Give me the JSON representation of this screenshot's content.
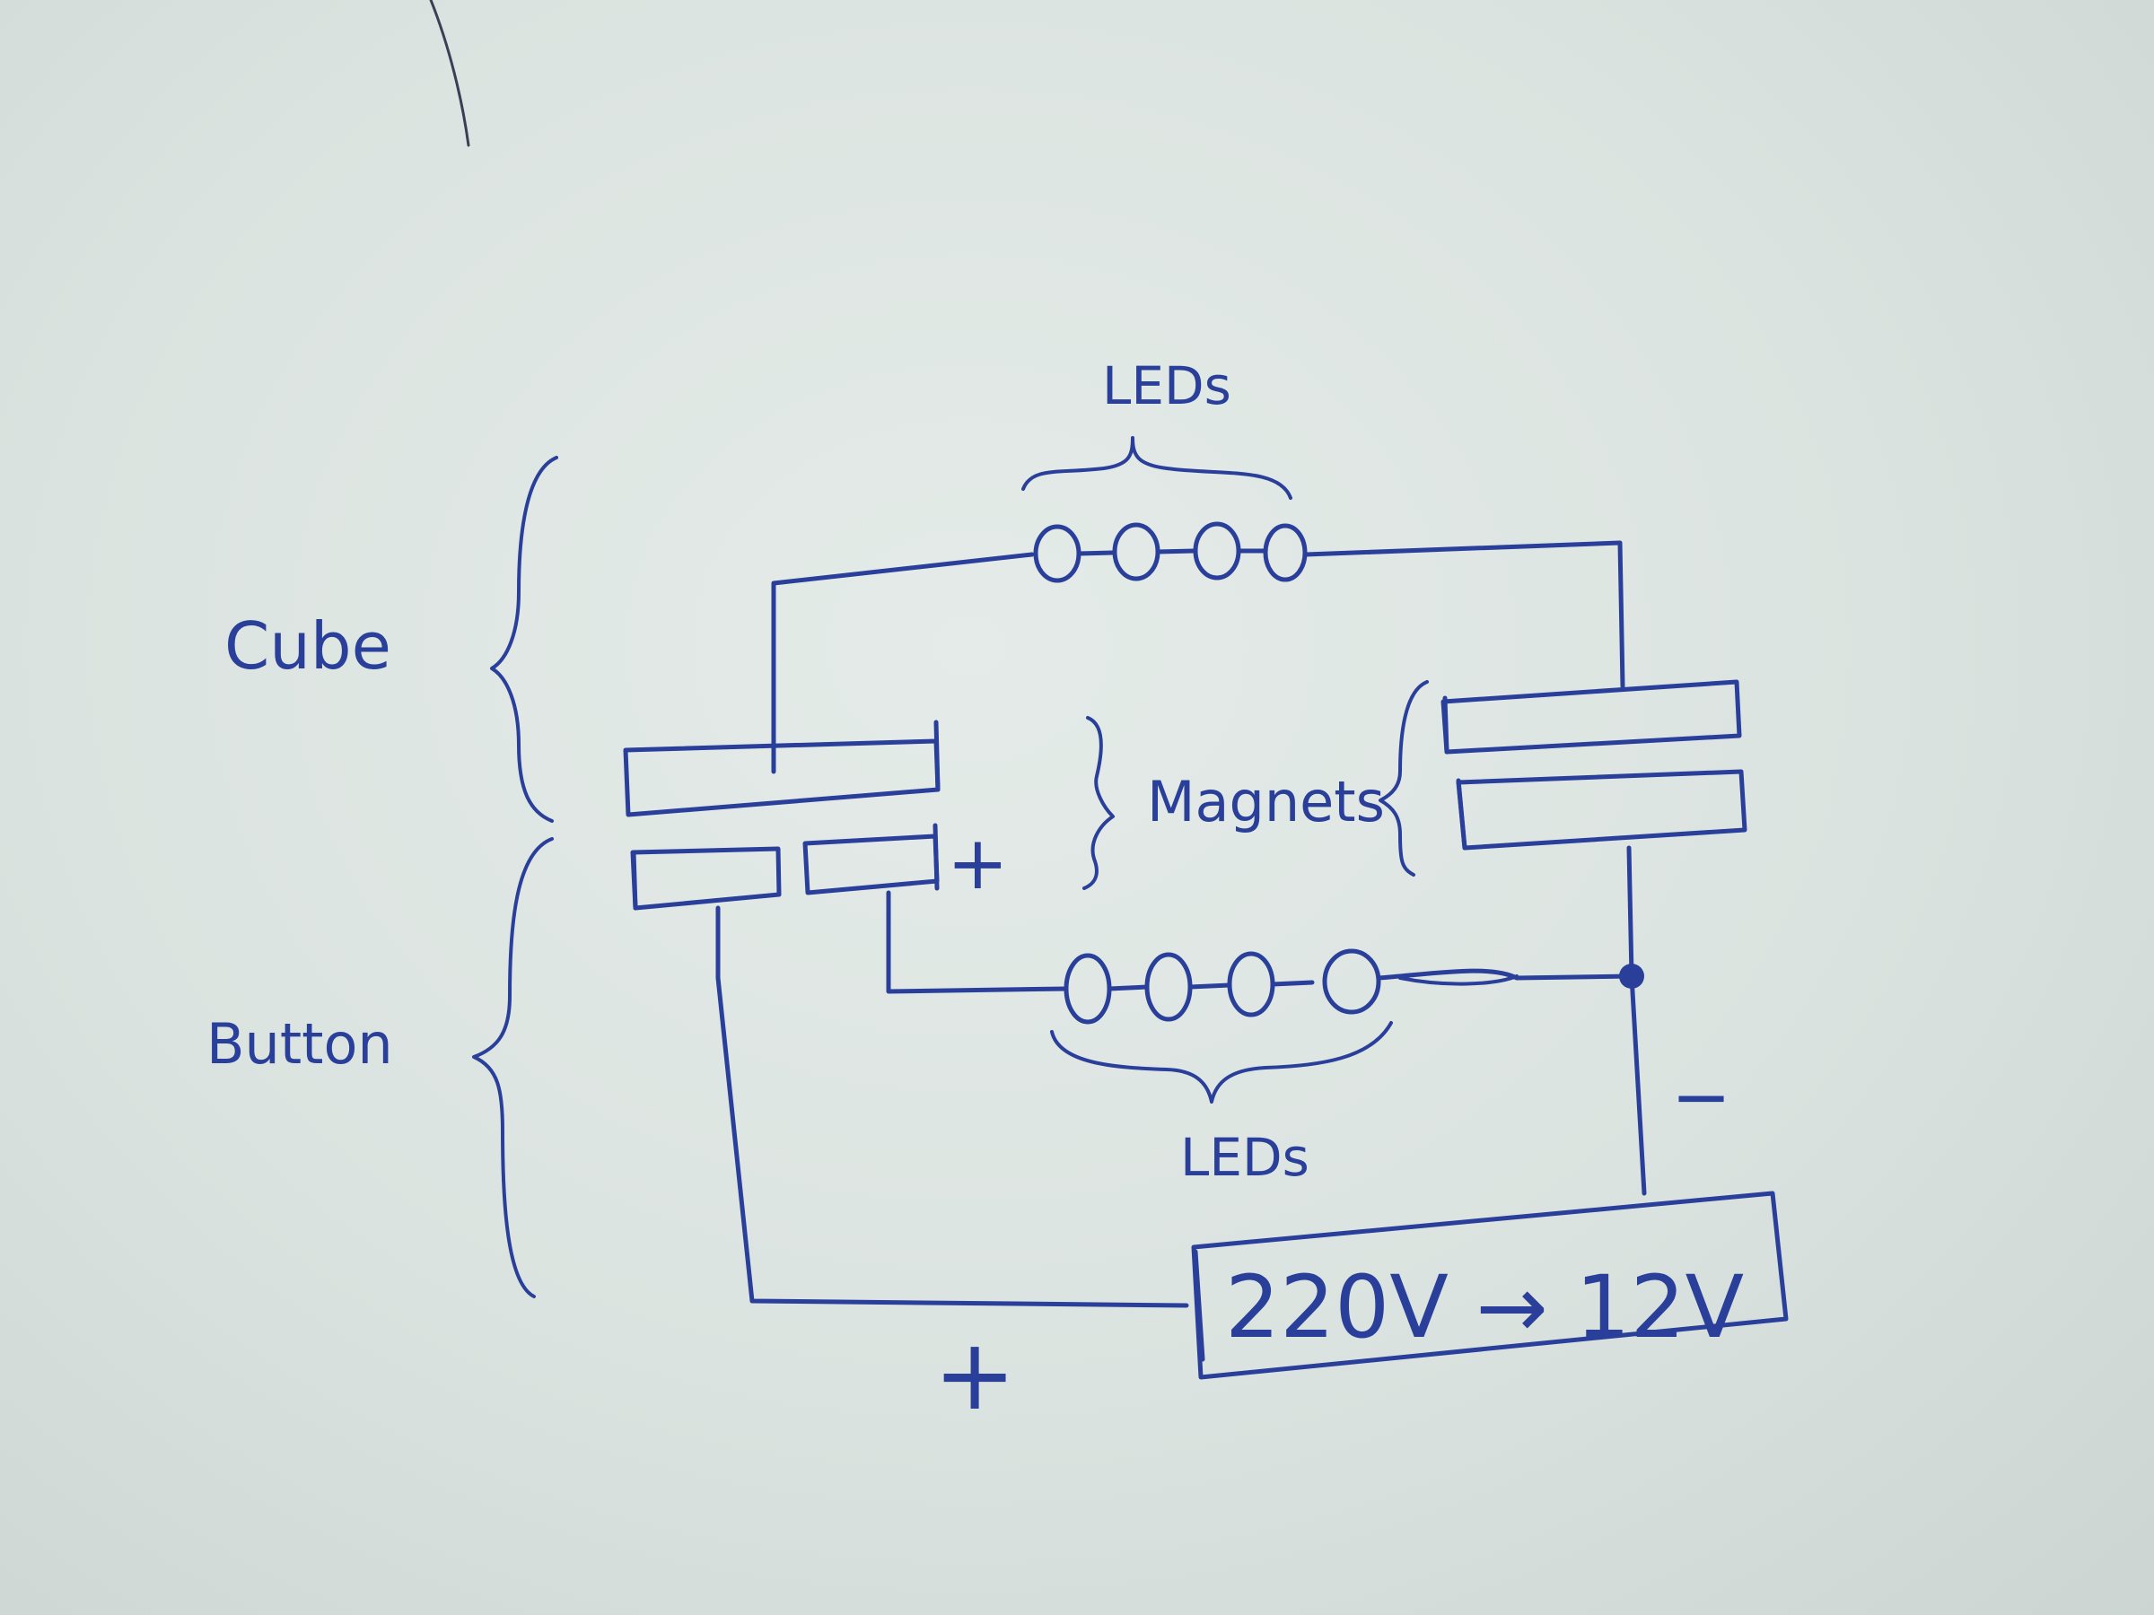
{
  "labels": {
    "leds_top": "LEDs",
    "leds_bottom": "LEDs",
    "cube": "Cube",
    "button": "Button",
    "magnets": "Magnets",
    "plus_near_magnet": "+",
    "minus_terminal": "−",
    "plus_terminal": "+",
    "transformer": "220V → 12V"
  },
  "colors": {
    "ink": "#2a3f9a",
    "paper": "#dfe6e3"
  }
}
